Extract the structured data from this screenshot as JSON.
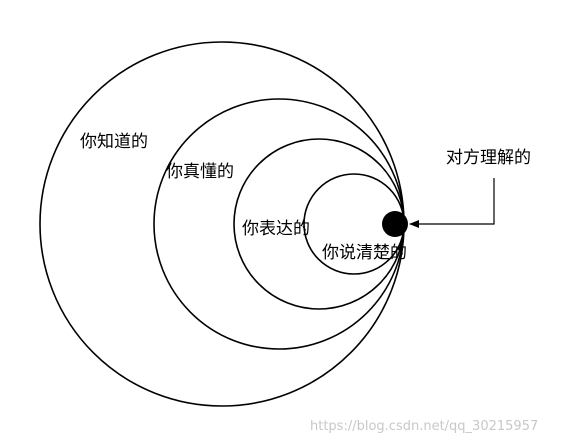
{
  "circles": [
    {
      "label": "你知道的"
    },
    {
      "label": "你真懂的"
    },
    {
      "label": "你表达的"
    },
    {
      "label": "你说清楚的"
    }
  ],
  "pointer_label": "对方理解的",
  "watermark": "https://blog.csdn.net/qq_30215957",
  "colors": {
    "stroke": "#000000",
    "dot": "#000000",
    "watermark": "#c8c8c8"
  }
}
